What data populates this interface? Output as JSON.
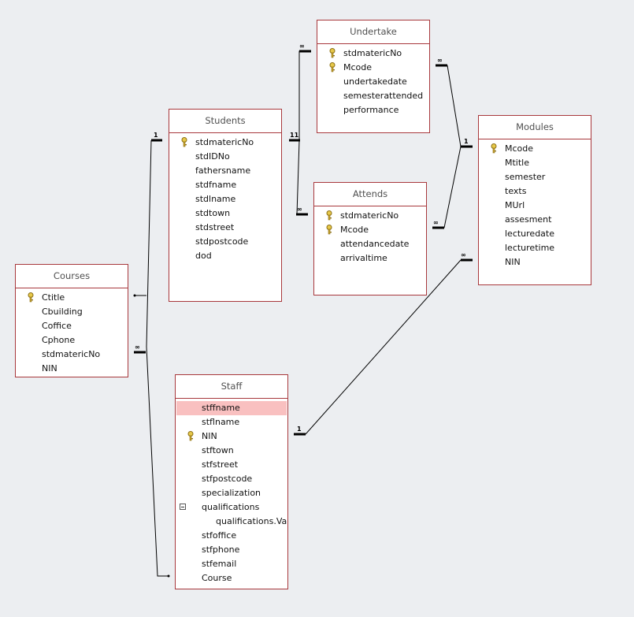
{
  "tables": [
    {
      "id": "courses",
      "title": "Courses",
      "fields": [
        {
          "name": "Ctitle",
          "key": true
        },
        {
          "name": "Cbuilding"
        },
        {
          "name": "Coffice"
        },
        {
          "name": "Cphone"
        },
        {
          "name": "stdmatericNo"
        },
        {
          "name": "NIN"
        }
      ]
    },
    {
      "id": "students",
      "title": "Students",
      "fields": [
        {
          "name": "stdmatericNo",
          "key": true
        },
        {
          "name": "stdIDNo"
        },
        {
          "name": "fathersname"
        },
        {
          "name": "stdfname"
        },
        {
          "name": "stdlname"
        },
        {
          "name": "stdtown"
        },
        {
          "name": "stdstreet"
        },
        {
          "name": "stdpostcode"
        },
        {
          "name": "dod"
        }
      ]
    },
    {
      "id": "undertake",
      "title": "Undertake",
      "fields": [
        {
          "name": "stdmatericNo",
          "key": true
        },
        {
          "name": "Mcode",
          "key": true
        },
        {
          "name": "undertakedate"
        },
        {
          "name": "semesterattended"
        },
        {
          "name": "performance"
        }
      ]
    },
    {
      "id": "attends",
      "title": "Attends",
      "fields": [
        {
          "name": "stdmatericNo",
          "key": true
        },
        {
          "name": "Mcode",
          "key": true
        },
        {
          "name": "attendancedate"
        },
        {
          "name": "arrivaltime"
        }
      ]
    },
    {
      "id": "modules",
      "title": "Modules",
      "fields": [
        {
          "name": "Mcode",
          "key": true
        },
        {
          "name": "Mtitle"
        },
        {
          "name": "semester"
        },
        {
          "name": "texts"
        },
        {
          "name": "MUrl"
        },
        {
          "name": "assesment"
        },
        {
          "name": "lecturedate"
        },
        {
          "name": "lecturetime"
        },
        {
          "name": "NIN"
        }
      ]
    },
    {
      "id": "staff",
      "title": "Staff",
      "fields": [
        {
          "name": "stffname",
          "selected": true
        },
        {
          "name": "stflname"
        },
        {
          "name": "NIN",
          "key": true
        },
        {
          "name": "stftown"
        },
        {
          "name": "stfstreet"
        },
        {
          "name": "stfpostcode"
        },
        {
          "name": "specialization"
        },
        {
          "name": "qualifications",
          "expander": true
        },
        {
          "name": "qualifications.Value",
          "sub": true
        },
        {
          "name": "stfoffice"
        },
        {
          "name": "stfphone"
        },
        {
          "name": "stfemail"
        },
        {
          "name": "Course"
        }
      ]
    }
  ],
  "cardinality": {
    "one": "1",
    "one_students": "11",
    "many": "∞"
  },
  "colors": {
    "border": "#a8383c",
    "selected": "#f9c0c0",
    "line": "#000000"
  }
}
